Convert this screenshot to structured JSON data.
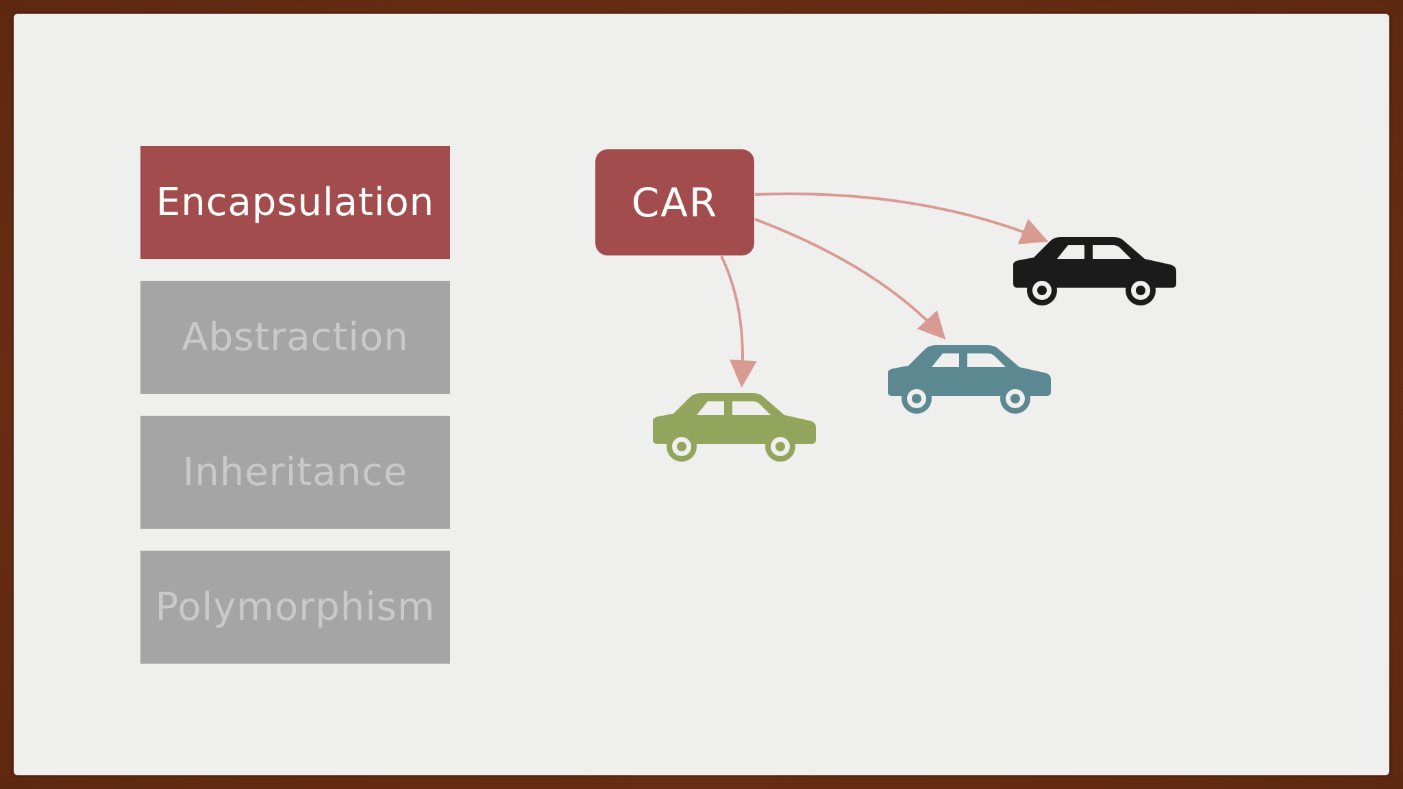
{
  "menu": {
    "items": [
      {
        "label": "Encapsulation",
        "state": "active"
      },
      {
        "label": "Abstraction",
        "state": "inactive"
      },
      {
        "label": "Inheritance",
        "state": "inactive"
      },
      {
        "label": "Polymorphism",
        "state": "inactive"
      }
    ]
  },
  "diagram": {
    "node_label": "CAR",
    "arrow_color": "#d99a92",
    "cars": [
      {
        "name": "black-car",
        "color": "#1b1b1b"
      },
      {
        "name": "teal-car",
        "color": "#5b8891"
      },
      {
        "name": "green-car",
        "color": "#93a55c"
      }
    ]
  },
  "colors": {
    "active": "#a34c4e",
    "inactive": "#a5a5a5",
    "frame": "#6b2f14",
    "background": "#efefee"
  }
}
